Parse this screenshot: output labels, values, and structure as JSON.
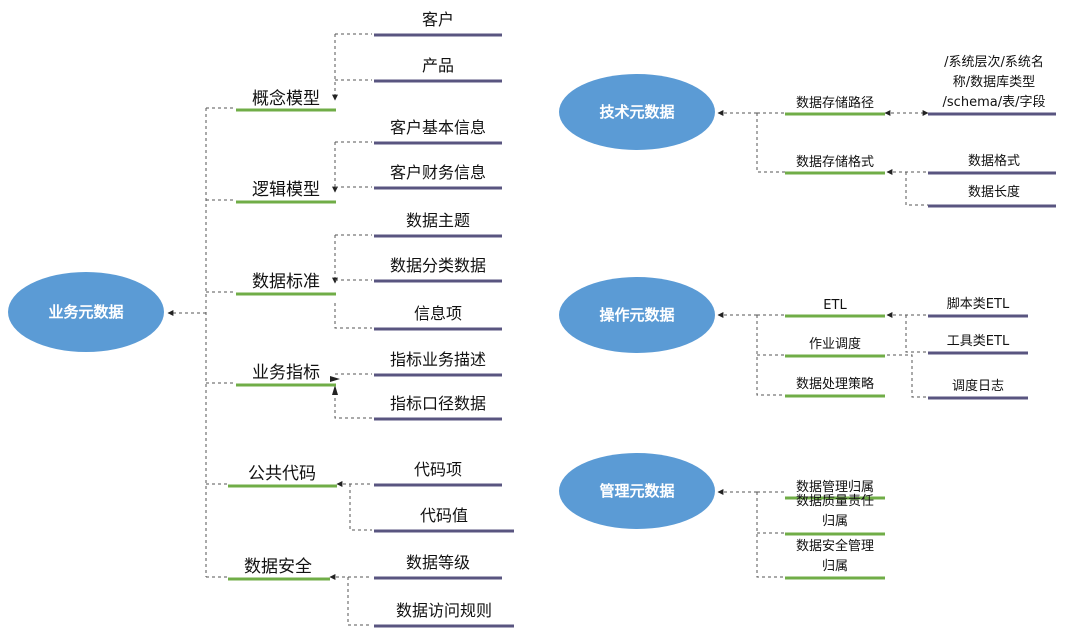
{
  "roots": {
    "business": "业务元数据",
    "technical": "技术元数据",
    "operational": "操作元数据",
    "management": "管理元数据"
  },
  "business": [
    {
      "label": "概念模型",
      "children": [
        "客户",
        "产品"
      ]
    },
    {
      "label": "逻辑模型",
      "children": [
        "客户基本信息",
        "客户财务信息"
      ]
    },
    {
      "label": "数据标准",
      "children": [
        "数据主题",
        "数据分类数据",
        "信息项"
      ]
    },
    {
      "label": "业务指标",
      "children": [
        "指标业务描述",
        "指标口径数据"
      ]
    },
    {
      "label": "公共代码",
      "children": [
        "代码项",
        "代码值"
      ]
    },
    {
      "label": "数据安全",
      "children": [
        "数据等级",
        "数据访问规则"
      ]
    }
  ],
  "technical": [
    {
      "label": "数据存储路径",
      "children": [
        [
          "/系统层次/系统名",
          "称/数据库类型",
          "/schema/表/字段"
        ]
      ]
    },
    {
      "label": "数据存储格式",
      "children": [
        [
          "数据格式"
        ],
        [
          "数据长度"
        ]
      ]
    }
  ],
  "operational": {
    "items": [
      "ETL",
      "作业调度",
      "数据处理策略"
    ],
    "leaves": [
      "脚本类ETL",
      "工具类ETL",
      "调度日志"
    ]
  },
  "management": [
    [
      "数据管理归属"
    ],
    [
      "数据质量责任",
      "归属"
    ],
    [
      "数据安全管理",
      "归属"
    ]
  ],
  "colors": {
    "ellipse": "#5b9bd5",
    "green_line": "#70ad47",
    "purple_line": "#595580",
    "connector": "#555555"
  }
}
